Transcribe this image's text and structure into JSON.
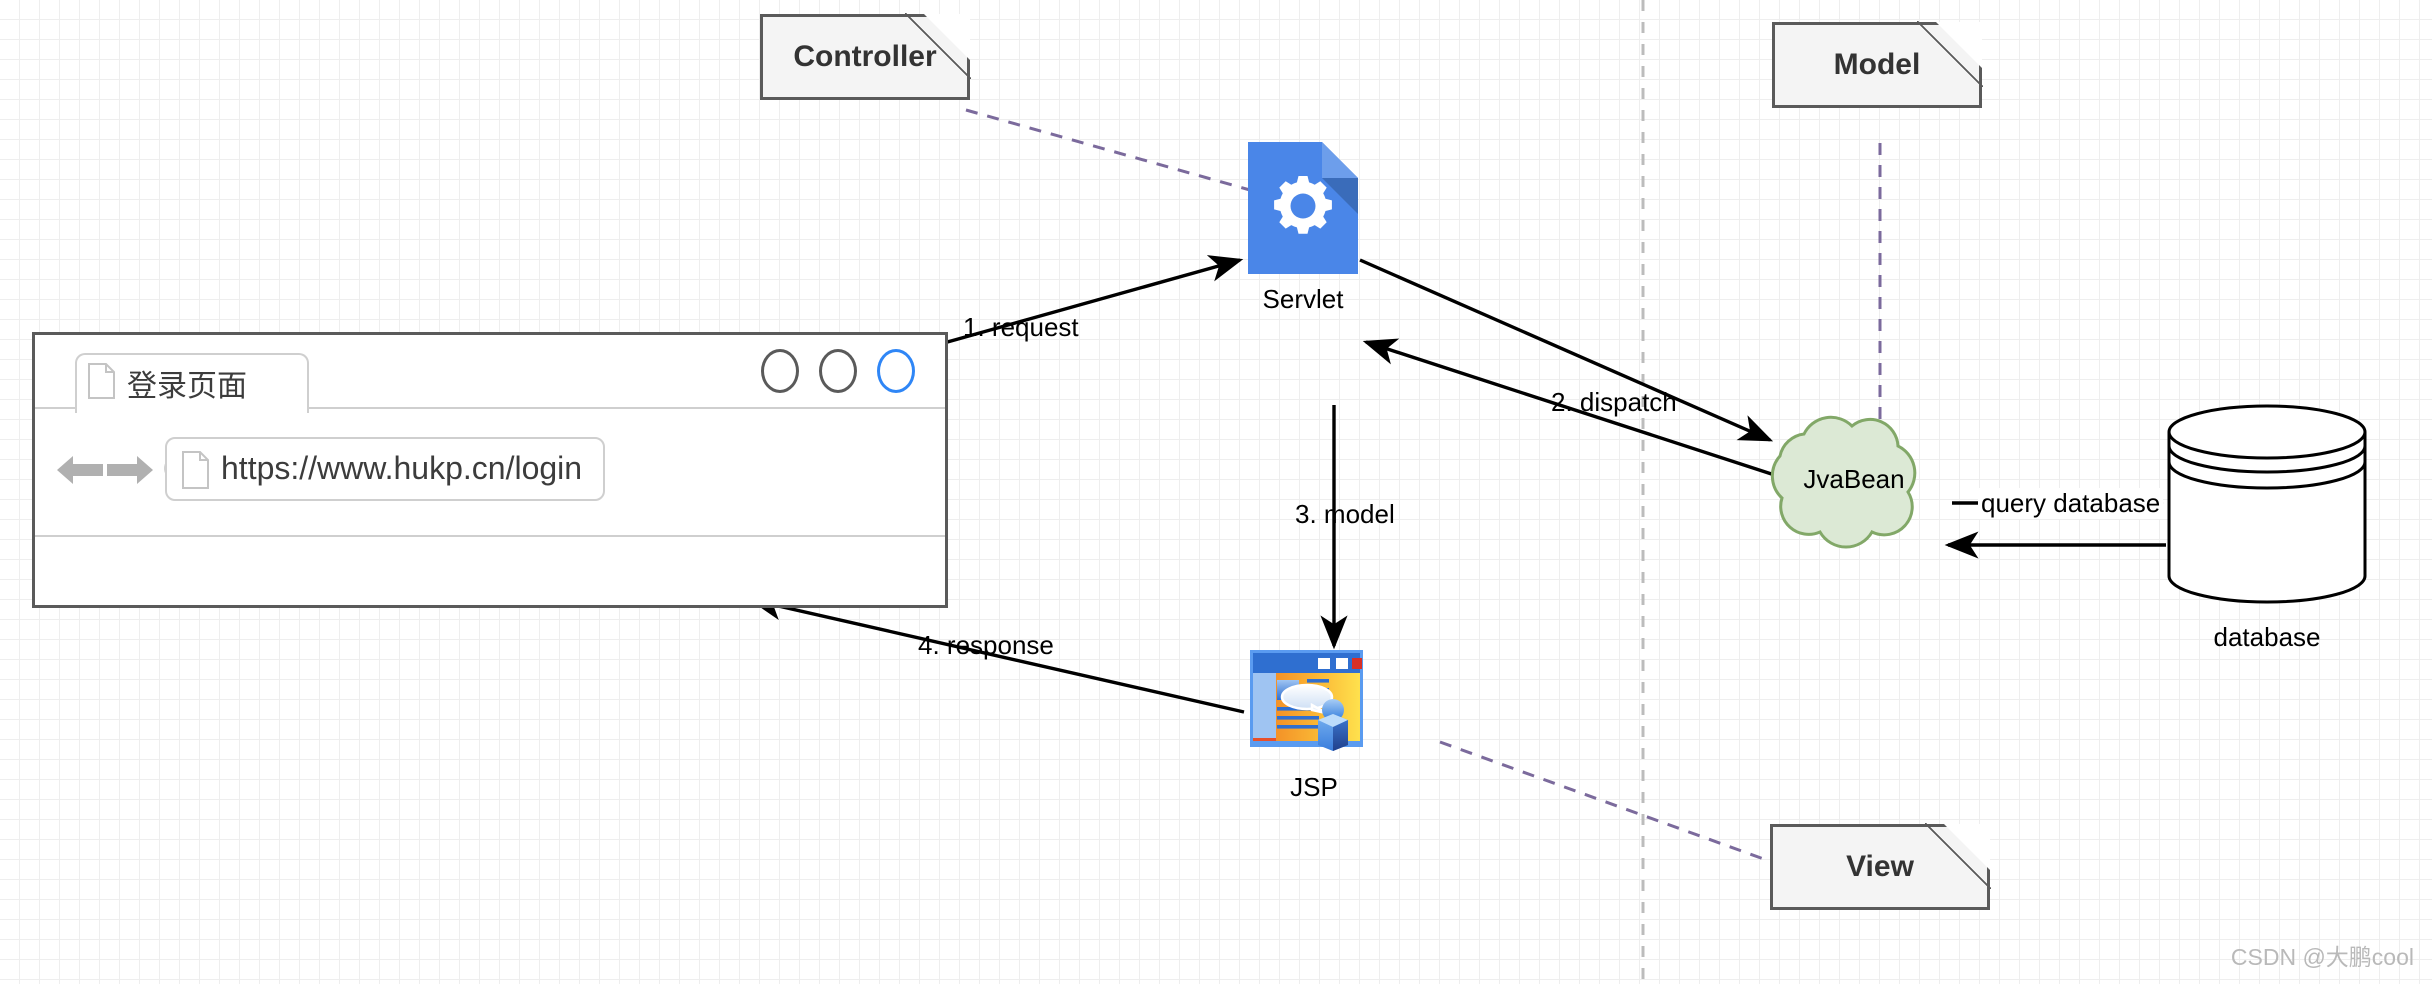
{
  "diagram": {
    "title": "MVC Servlet JSP JavaBean flow",
    "watermark": "CSDN @大鹏cool"
  },
  "notes": [
    {
      "id": "controller",
      "label": "Controller"
    },
    {
      "id": "model",
      "label": "Model"
    },
    {
      "id": "view",
      "label": "View"
    }
  ],
  "browser": {
    "tab_label": "登录页面",
    "url": "https://www.hukp.cn/login",
    "window_buttons": [
      "minimize-circle",
      "maximize-circle",
      "close-circle"
    ],
    "nav_icons": [
      "back-arrow-icon",
      "forward-arrow-icon",
      "reload-icon"
    ]
  },
  "nodes": [
    {
      "id": "servlet",
      "caption": "Servlet",
      "icon": "servlet-gear-document-icon",
      "color": "#4a86e8"
    },
    {
      "id": "jsp",
      "caption": "JSP",
      "icon": "jsp-webpage-icon"
    },
    {
      "id": "javabean",
      "caption": "JvaBean",
      "shape": "cloud",
      "fill": "#dce9d5",
      "stroke": "#82a868"
    },
    {
      "id": "database",
      "caption": "database",
      "shape": "cylinder"
    }
  ],
  "edges": [
    {
      "id": "request",
      "label": "1. request",
      "from": "browser",
      "to": "servlet"
    },
    {
      "id": "dispatch",
      "label": "2. dispatch",
      "from": "servlet",
      "to": "javabean"
    },
    {
      "id": "model",
      "label": "3. model",
      "from": "servlet",
      "to": "jsp"
    },
    {
      "id": "response",
      "label": "4. response",
      "from": "jsp",
      "to": "browser"
    },
    {
      "id": "query",
      "label": "query database",
      "from": "javabean",
      "to": "database"
    },
    {
      "id": "result",
      "label": "",
      "from": "database",
      "to": "javabean"
    }
  ],
  "associations": [
    {
      "id": "controller-servlet",
      "from": "controller",
      "to": "servlet",
      "style": "dashed",
      "color": "#7b6a9c"
    },
    {
      "id": "model-javabean",
      "from": "model",
      "to": "javabean",
      "style": "dashed",
      "color": "#7b6a9c"
    },
    {
      "id": "view-jsp",
      "from": "view",
      "to": "jsp",
      "style": "dashed",
      "color": "#7b6a9c"
    }
  ],
  "colors": {
    "accent_blue": "#4a86e8",
    "cloud_fill": "#dce9d5",
    "cloud_stroke": "#82a868",
    "note_fill": "#f4f4f4",
    "note_stroke": "#5a5a5a",
    "dashed_purple": "#7b6a9c",
    "page_break": "#bcbcbc"
  }
}
